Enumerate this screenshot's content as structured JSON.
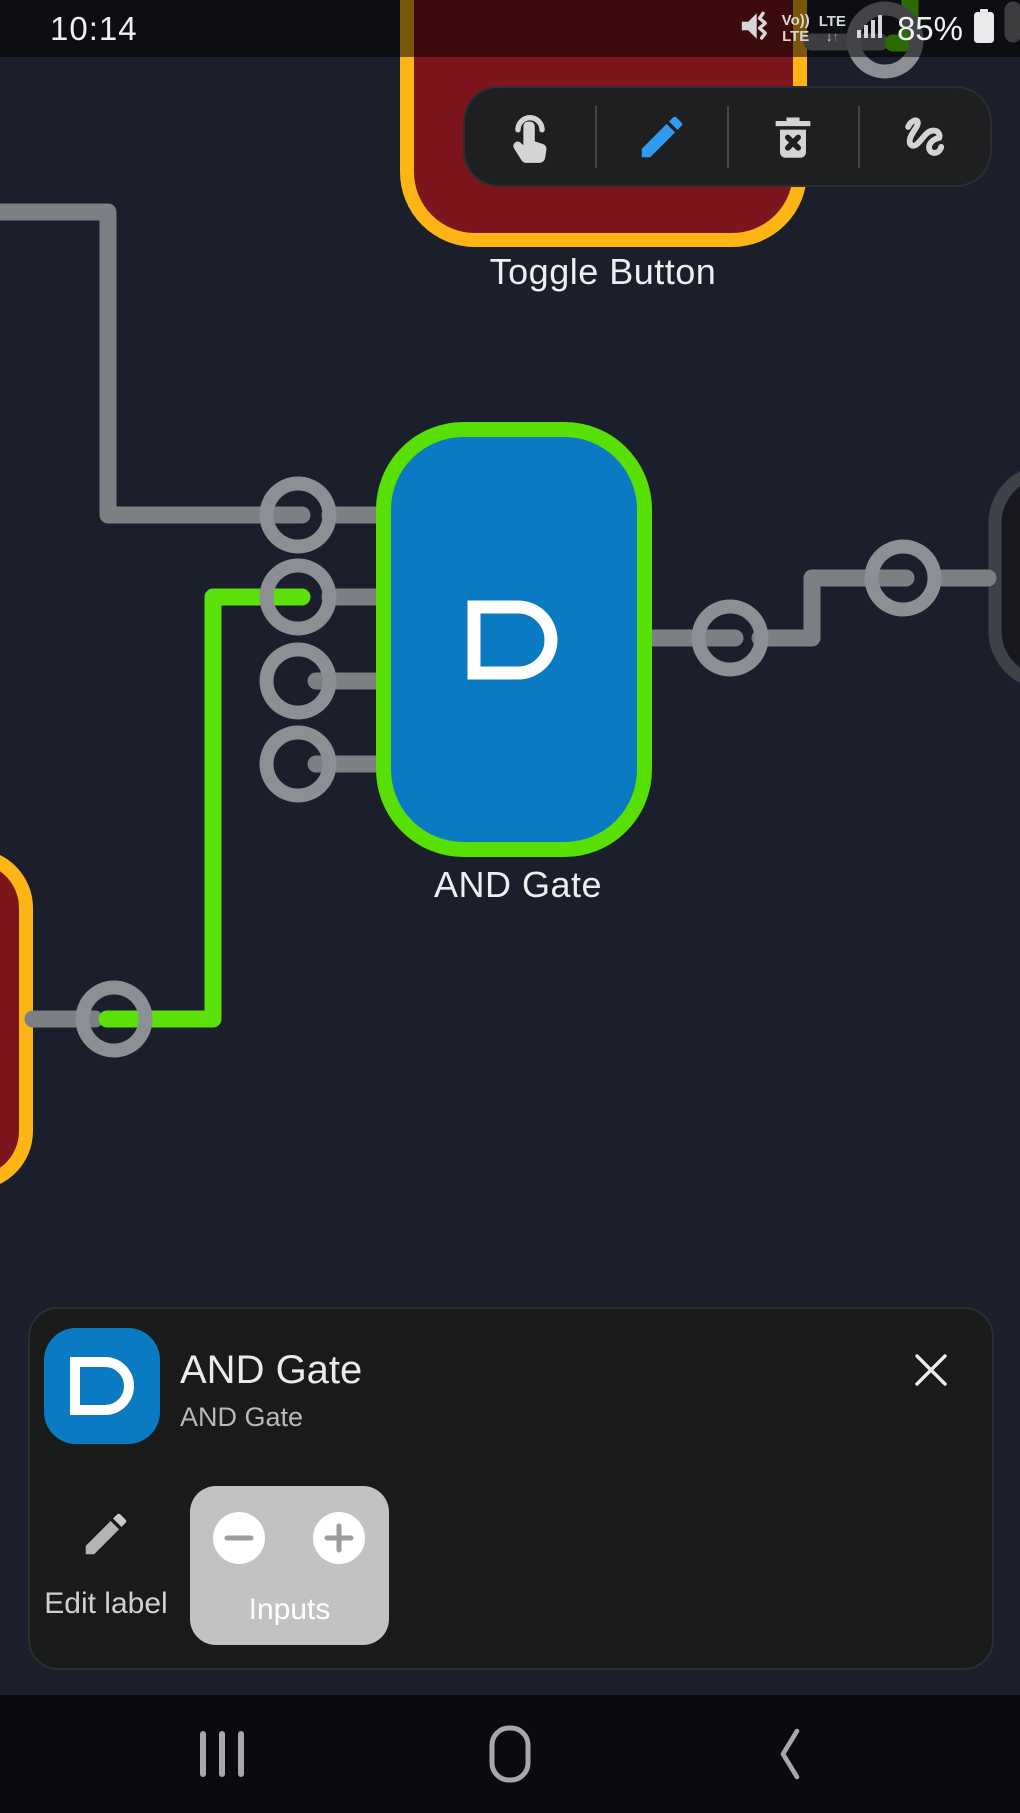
{
  "status_bar": {
    "time": "10:14",
    "volte_line1": "Vo))",
    "volte_line2": "LTE",
    "lte_label": "LTE",
    "arrow_down": "↓",
    "arrow_up": "↑",
    "battery_percent": "85%",
    "icons": [
      "vibrate-muted-icon",
      "volte-icon",
      "lte-updown-icon",
      "signal-strength-icon",
      "battery-icon"
    ]
  },
  "toolbar": {
    "tools": [
      {
        "id": "tap",
        "icon": "tap-gesture-icon",
        "active": false
      },
      {
        "id": "edit",
        "icon": "pencil-icon",
        "active": true,
        "accent": "#2e9bf1"
      },
      {
        "id": "delete",
        "icon": "trash-icon",
        "active": false
      },
      {
        "id": "draw-wire",
        "icon": "gesture-icon",
        "active": false
      }
    ]
  },
  "canvas": {
    "components": [
      {
        "id": "toggle-button-top",
        "type": "toggle-button",
        "label": "Toggle Button",
        "fill": "#7d161c",
        "border": "#fdb515"
      },
      {
        "id": "and-gate",
        "type": "and-gate",
        "label": "AND Gate",
        "fill": "#0a7ac2",
        "border": "#58e005",
        "selected": true,
        "inputs": 4
      },
      {
        "id": "toggle-button-left",
        "type": "toggle-button",
        "label": "",
        "fill": "#7d161c",
        "border": "#fdb515"
      },
      {
        "id": "component-right",
        "type": "component",
        "label": "",
        "fill": "#16181d",
        "border": "#3e4248"
      }
    ],
    "wire_on_color": "#5ce00a",
    "wire_off_color": "#7c7f84",
    "node_color": "#8c8f94"
  },
  "panel": {
    "title": "AND Gate",
    "subtitle": "AND Gate",
    "icon_color": "#0a7ac2",
    "actions": {
      "edit_label": "Edit label",
      "inputs_label": "Inputs"
    }
  },
  "navigation": {
    "icons": [
      "recents-icon",
      "home-icon",
      "back-icon"
    ]
  }
}
